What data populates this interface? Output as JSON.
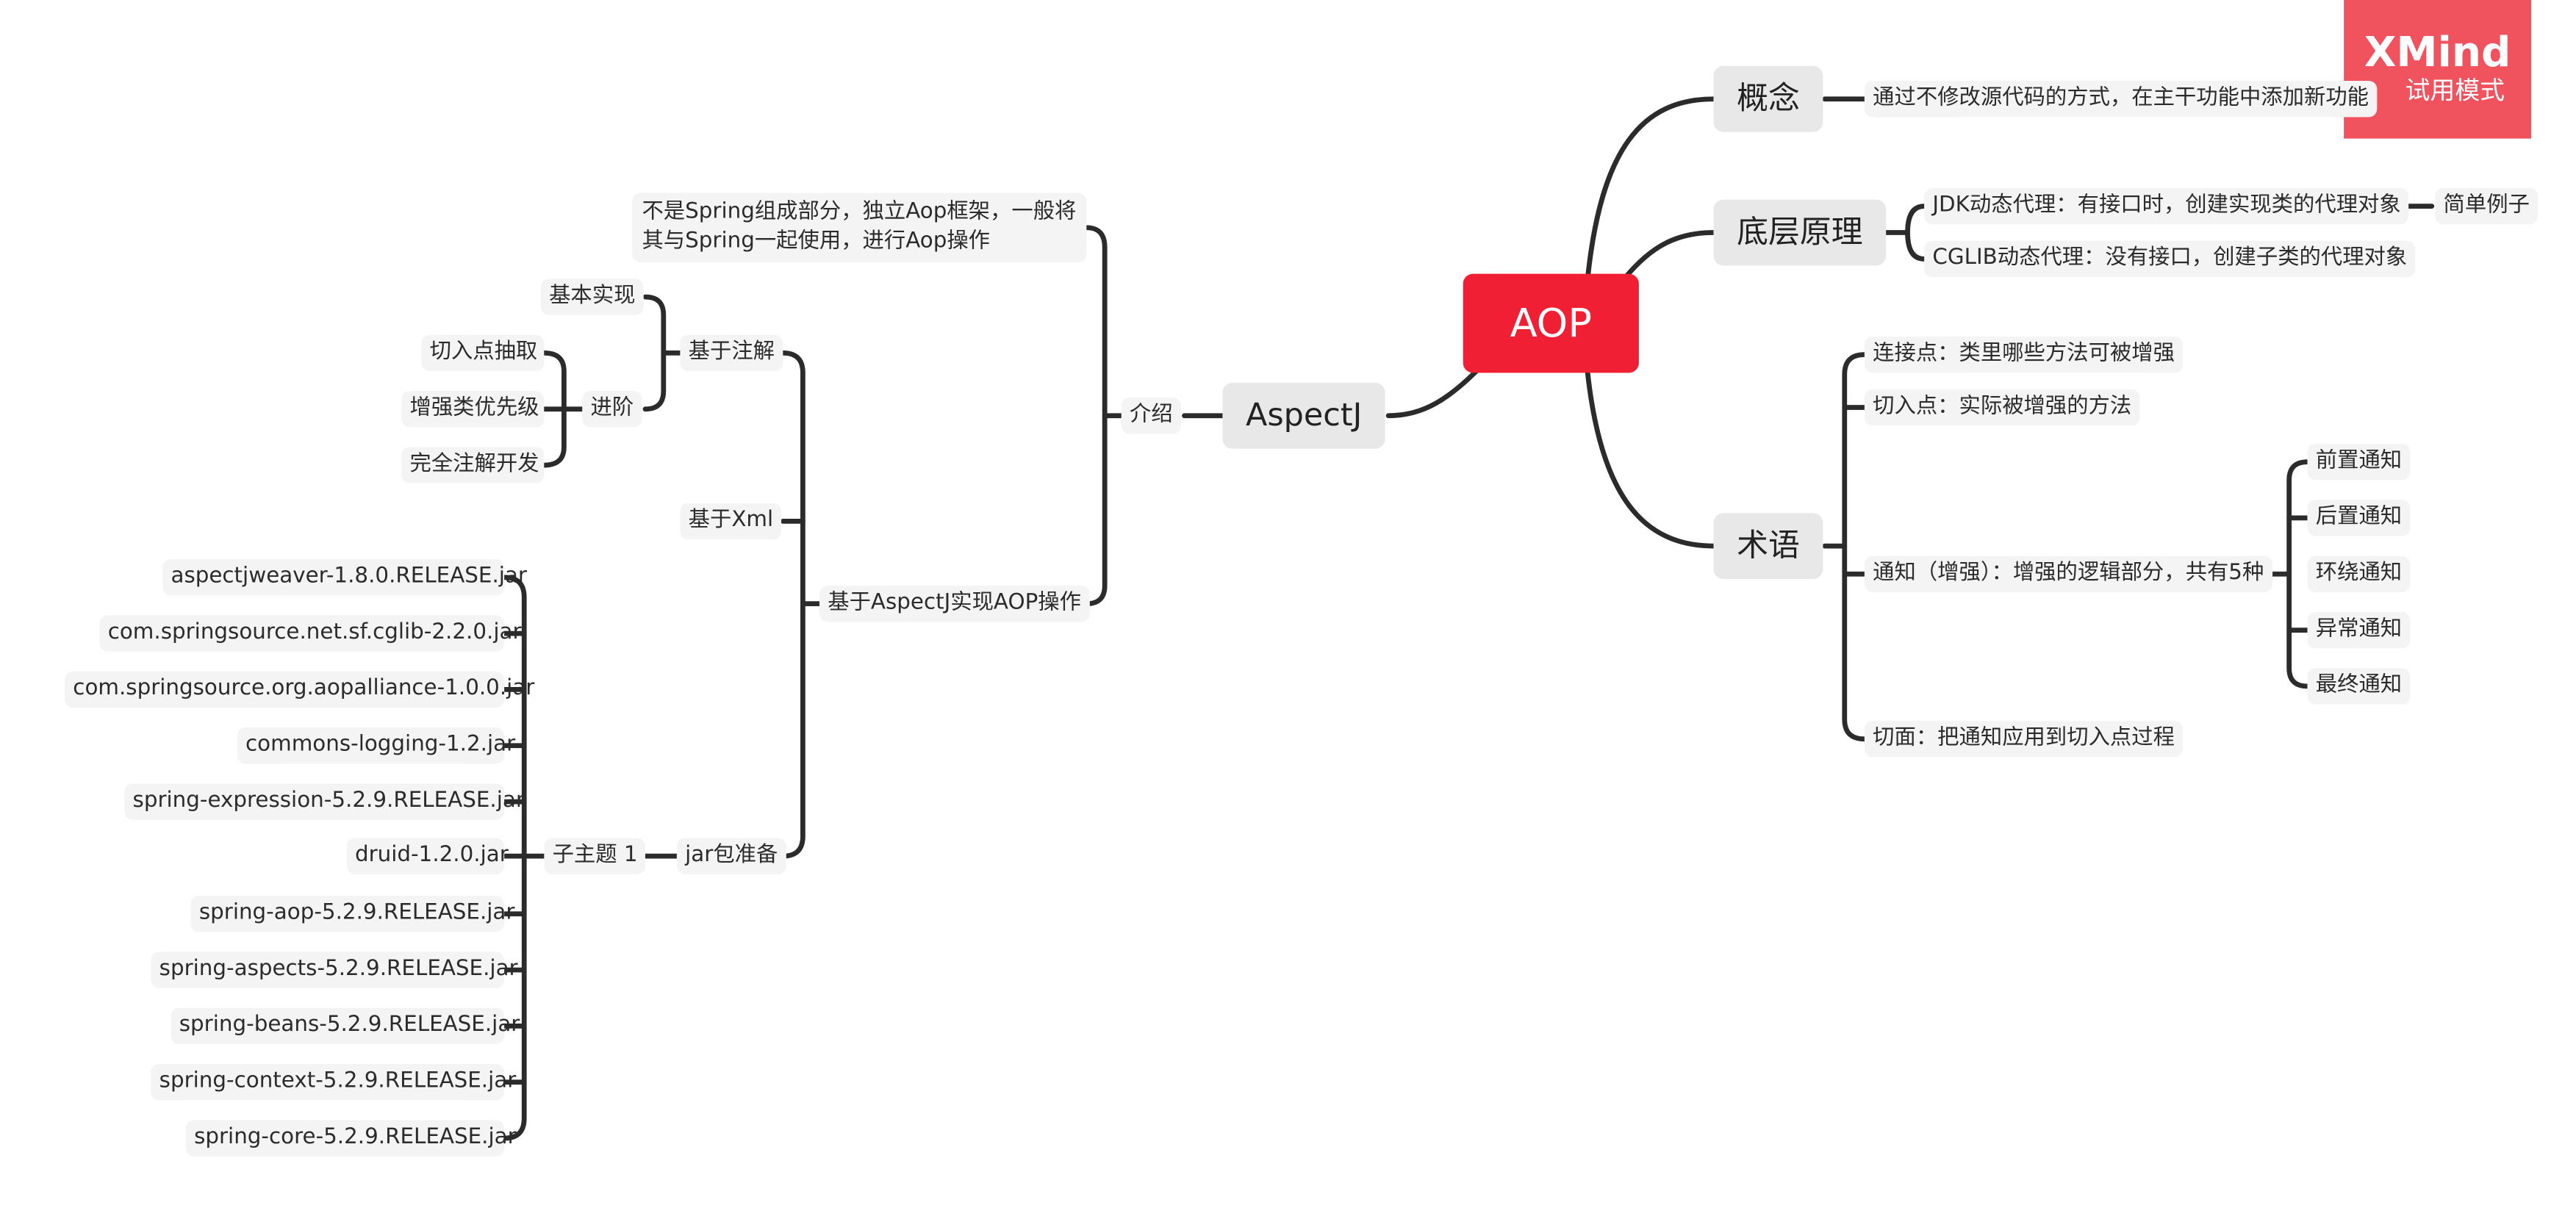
{
  "central": "AOP",
  "watermark": {
    "brand": "XMind",
    "mode": "试用模式"
  },
  "right": {
    "concept": {
      "label": "概念",
      "desc": "通过不修改源代码的方式，在主干功能中添加新功能"
    },
    "principle": {
      "label": "底层原理",
      "jdk": "JDK动态代理：有接口时，创建实现类的代理对象",
      "jdk_example": "简单例子",
      "cglib": "CGLIB动态代理：没有接口，创建子类的代理对象"
    },
    "terms": {
      "label": "术语",
      "joinpoint": "连接点：类里哪些方法可被增强",
      "pointcut": "切入点：实际被增强的方法",
      "advice": "通知（增强）：增强的逻辑部分，共有5种",
      "advice_types": [
        "前置通知",
        "后置通知",
        "环绕通知",
        "异常通知",
        "最终通知"
      ],
      "aspect": "切面：把通知应用到切入点过程"
    }
  },
  "left": {
    "aspectj": "AspectJ",
    "intro": "介绍",
    "intro_desc": "不是Spring组成部分，独立Aop框架，一般将其与Spring一起使用，进行Aop操作",
    "impl": "基于AspectJ实现AOP操作",
    "annotation": {
      "label": "基于注解",
      "basic": "基本实现",
      "advanced": "进阶",
      "advanced_items": [
        "切入点抽取",
        "增强类优先级",
        "完全注解开发"
      ]
    },
    "xml": "基于Xml",
    "jars": {
      "label": "jar包准备",
      "subtopic": "子主题 1",
      "items": [
        "aspectjweaver-1.8.0.RELEASE.jar",
        "com.springsource.net.sf.cglib-2.2.0.jar",
        "com.springsource.org.aopalliance-1.0.0.jar",
        "commons-logging-1.2.jar",
        "spring-expression-5.2.9.RELEASE.jar",
        "druid-1.2.0.jar",
        "spring-aop-5.2.9.RELEASE.jar",
        "spring-aspects-5.2.9.RELEASE.jar",
        "spring-beans-5.2.9.RELEASE.jar",
        "spring-context-5.2.9.RELEASE.jar",
        "spring-core-5.2.9.RELEASE.jar"
      ]
    }
  }
}
